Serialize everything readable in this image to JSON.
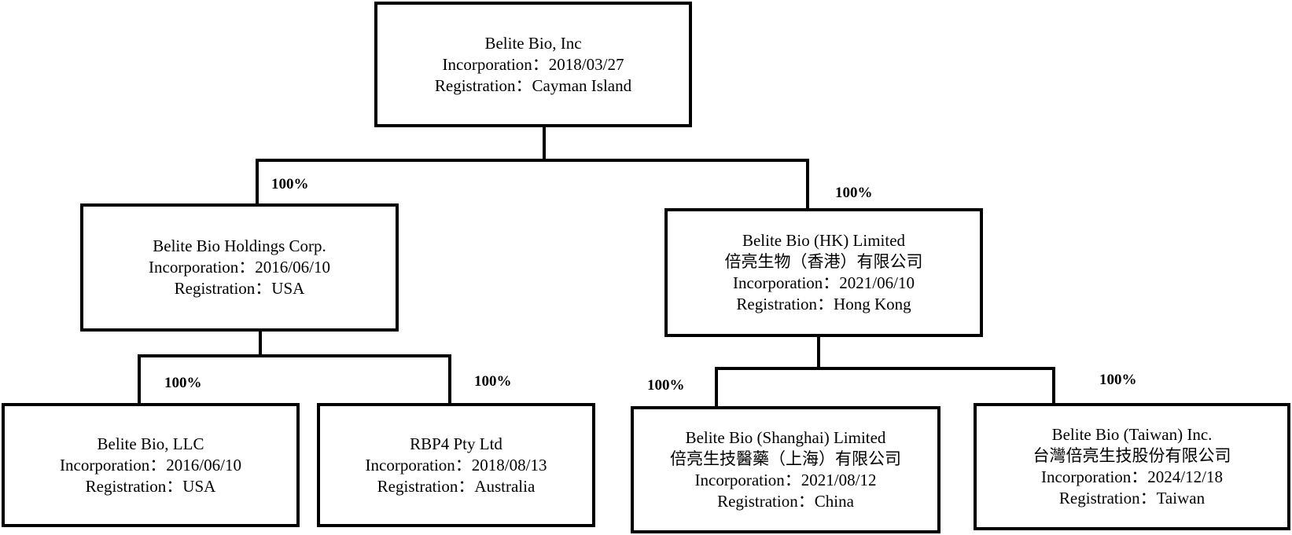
{
  "parent": {
    "name": "Belite Bio, Inc",
    "incorporation": "Incorporation：2018/03/27",
    "registration": "Registration：Cayman Island"
  },
  "holdings": {
    "name": "Belite Bio Holdings Corp.",
    "incorporation": "Incorporation：2016/06/10",
    "registration": "Registration：USA",
    "ownership": "100%"
  },
  "hk": {
    "name": "Belite Bio (HK) Limited",
    "local_name": "倍亮生物（香港）有限公司",
    "incorporation": "Incorporation：2021/06/10",
    "registration": "Registration：Hong Kong",
    "ownership": "100%"
  },
  "llc": {
    "name": "Belite Bio, LLC",
    "incorporation": "Incorporation：2016/06/10",
    "registration": "Registration：USA",
    "ownership": "100%"
  },
  "rbp4": {
    "name": "RBP4 Pty Ltd",
    "incorporation": "Incorporation：2018/08/13",
    "registration": "Registration：Australia",
    "ownership": "100%"
  },
  "shanghai": {
    "name": "Belite Bio (Shanghai) Limited",
    "local_name": "倍亮生技醫藥（上海）有限公司",
    "incorporation": "Incorporation：2021/08/12",
    "registration": "Registration：China",
    "ownership": "100%"
  },
  "taiwan": {
    "name": "Belite Bio (Taiwan) Inc.",
    "local_name": "台灣倍亮生技股份有限公司",
    "incorporation": "Incorporation：2024/12/18",
    "registration": "Registration：Taiwan",
    "ownership": "100%"
  }
}
